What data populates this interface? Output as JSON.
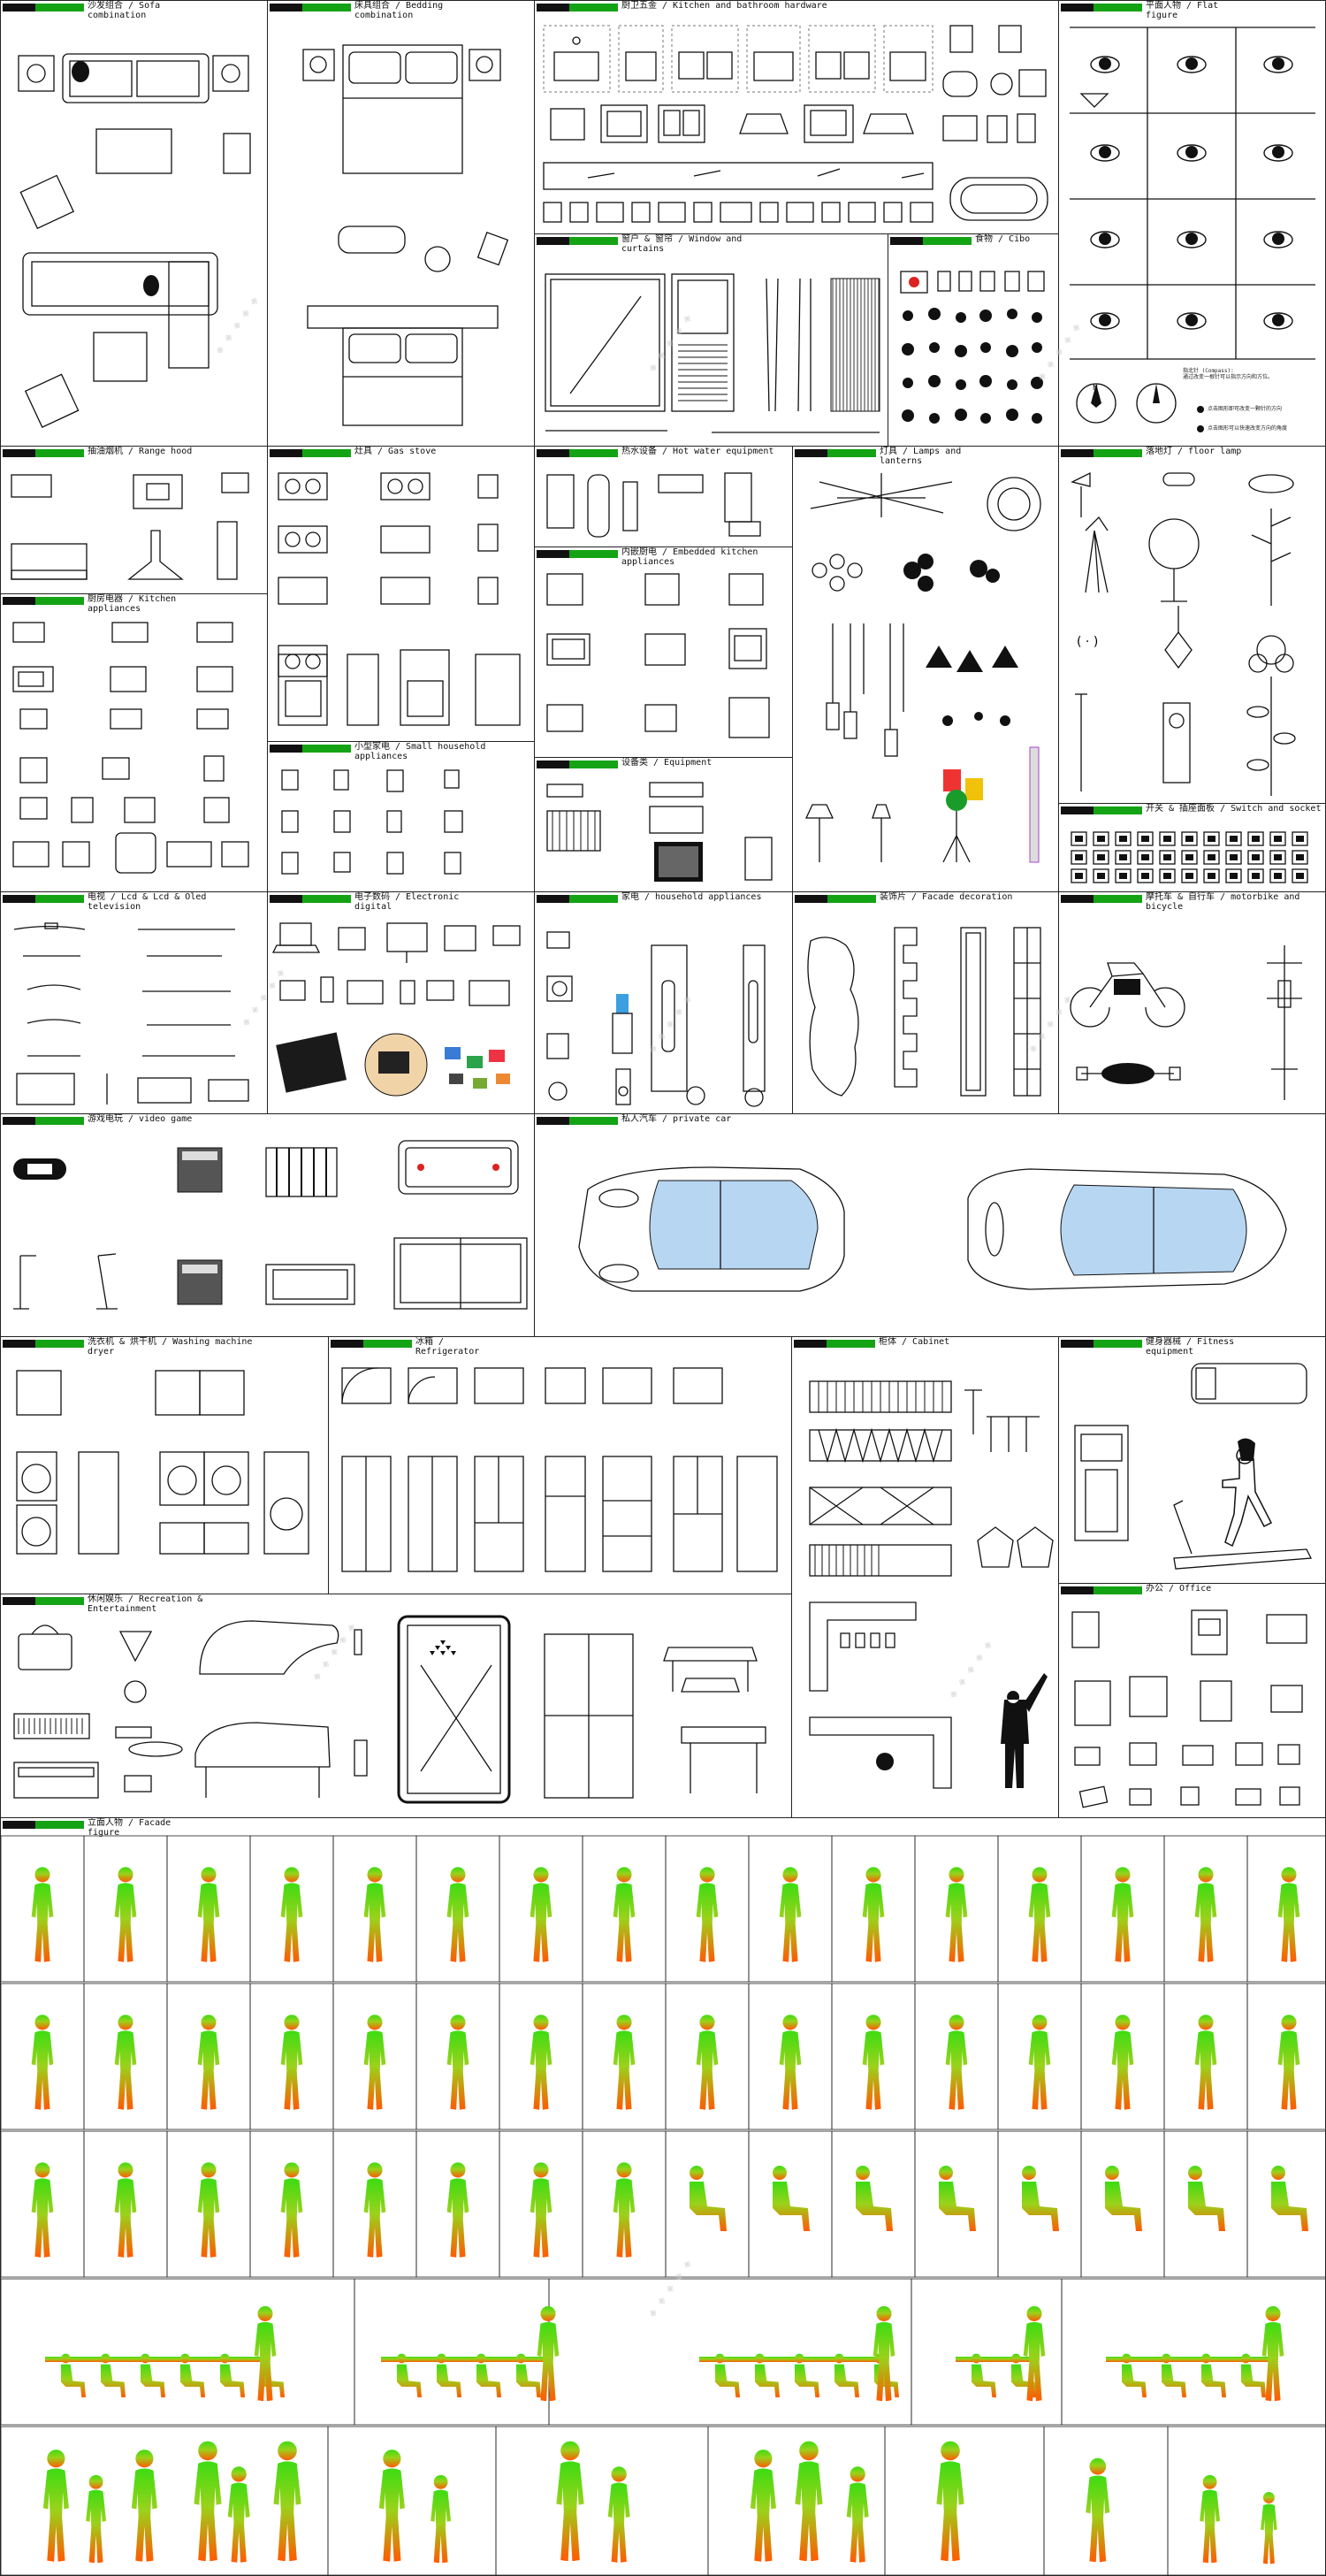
{
  "panels": {
    "sofa": "沙发组合 / Sofa\ncombination",
    "bedding": "床具组合 / Bedding\ncombination",
    "kitchen_bath": "厨卫五金 / Kitchen and bathroom hardware",
    "flat_figure": "平面人物 / Flat\nfigure",
    "window": "窗户 & 窗帘 / Window and\ncurtains",
    "cibo": "食物 / Cibo",
    "range_hood": "抽油烟机 / Range hood",
    "gas_stove": "灶具 / Gas stove",
    "hot_water": "热水设备 / Hot water equipment",
    "lamps": "灯具 / Lamps and\nlanterns",
    "floor_lamp": "落地灯 / floor lamp",
    "kitchen_appliances": "厨房电器 / Kitchen\nappliances",
    "embedded_kitchen": "内嵌厨电 / Embedded kitchen appliances",
    "small_household": "小型家电 / Small household appliances",
    "equipment": "设备类 / Equipment",
    "switch_socket": "开关 & 插座面板 / Switch and socket",
    "tv": "电视 / Lcd & Lcd & Oled\ntelevision",
    "electronic": "电子数码 / Electronic\ndigital",
    "household_appliances": "家电 / household appliances",
    "facade_decoration": "装饰片 / Facade decoration",
    "motorbike": "摩托车 & 自行车 / motorbike and bicycle",
    "video_game": "游戏电玩 / video game",
    "private_car": "私人汽车 / private car",
    "washing_machine": "洗衣机 & 烘干机 / Washing machine\ndryer",
    "refrigerator": "冰箱 /\nRefrigerator",
    "cabinet": "柜体 / Cabinet",
    "fitness": "健身器械 / Fitness\nequipment",
    "recreation": "休闲娱乐 / Recreation &\nEntertainment",
    "office": "办公 / Office",
    "facade_figure": "立面人物 / Facade\nfigure"
  },
  "notes": {
    "compass": "指北针 (Compass):\n通过改变一根针可以指示方向和方位。",
    "legend_1": "点击图形即可改变一颗针的方向",
    "legend_2": "点击图形可以快速改变方向的角度"
  },
  "colors": {
    "header_tag": "#14a314",
    "figure_top": "#3ddc12",
    "figure_bottom": "#ff5a00"
  }
}
